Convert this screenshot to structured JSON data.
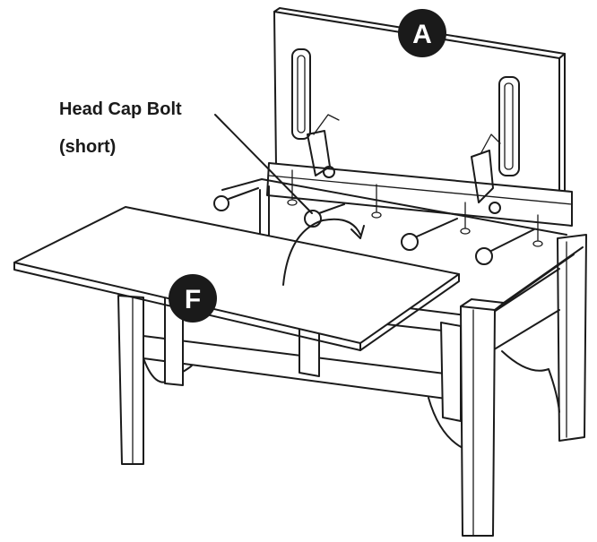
{
  "callout": {
    "line1": "Head Cap Bolt",
    "line2": "(short)"
  },
  "badges": {
    "a": "A",
    "f": "F"
  },
  "colors": {
    "ink": "#1b1b1b",
    "badge_fill": "#1a1a1a",
    "badge_text": "#ffffff",
    "background": "#ffffff"
  }
}
